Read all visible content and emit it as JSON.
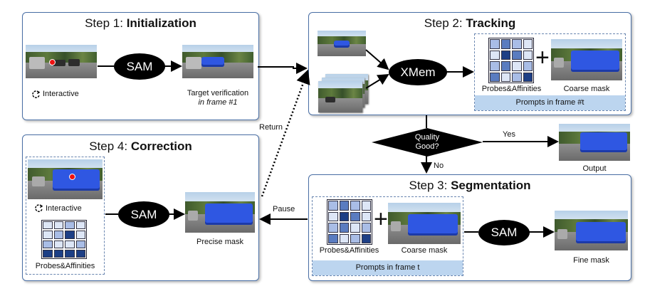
{
  "step1": {
    "prefix": "Step 1: ",
    "name": "Initialization",
    "model": "SAM",
    "interactive": "Interactive",
    "verify_line1": "Target verification",
    "verify_line2": "in frame #1"
  },
  "step2": {
    "prefix": "Step 2: ",
    "name": "Tracking",
    "model": "XMem",
    "probes": "Probes&Affinities",
    "coarse": "Coarse mask",
    "prompts": "Prompts in frame #t"
  },
  "decision": {
    "line1": "Quality",
    "line2": "Good?",
    "yes": "Yes",
    "no": "No",
    "output": "Output"
  },
  "step3": {
    "prefix": "Step 3: ",
    "name": "Segmentation",
    "model": "SAM",
    "probes": "Probes&Affinities",
    "coarse": "Coarse mask",
    "prompts": "Prompts in frame t",
    "fine": "Fine mask"
  },
  "step4": {
    "prefix": "Step 4: ",
    "name": "Correction",
    "model": "SAM",
    "interactive": "Interactive",
    "probes": "Probes&Affinities",
    "precise": "Precise mask"
  },
  "arrows": {
    "return": "Return",
    "pause": "Pause"
  },
  "colors": {
    "panel_border": "#4a6fa5",
    "prompt_bar": "#bcd5ef",
    "mask_blue": "#2f57e2",
    "grid_dark": "#1d3f86",
    "grid_mid": "#5a7cc0",
    "grid_light": "#a9bde6",
    "grid_pale": "#dde6f6"
  },
  "grid_pattern": [
    [
      "grid_light",
      "grid_mid",
      "grid_light",
      "grid_pale"
    ],
    [
      "grid_pale",
      "grid_dark",
      "grid_mid",
      "grid_pale"
    ],
    [
      "grid_light",
      "grid_mid",
      "grid_pale",
      "grid_light"
    ],
    [
      "grid_mid",
      "grid_pale",
      "grid_light",
      "grid_dark"
    ]
  ],
  "grid_pattern_small": [
    [
      "grid_pale",
      "grid_pale",
      "grid_light",
      "grid_pale"
    ],
    [
      "grid_pale",
      "grid_light",
      "grid_dark",
      "grid_pale"
    ],
    [
      "grid_light",
      "grid_pale",
      "grid_pale",
      "grid_light"
    ],
    [
      "grid_dark",
      "grid_dark",
      "grid_dark",
      "grid_dark"
    ]
  ]
}
